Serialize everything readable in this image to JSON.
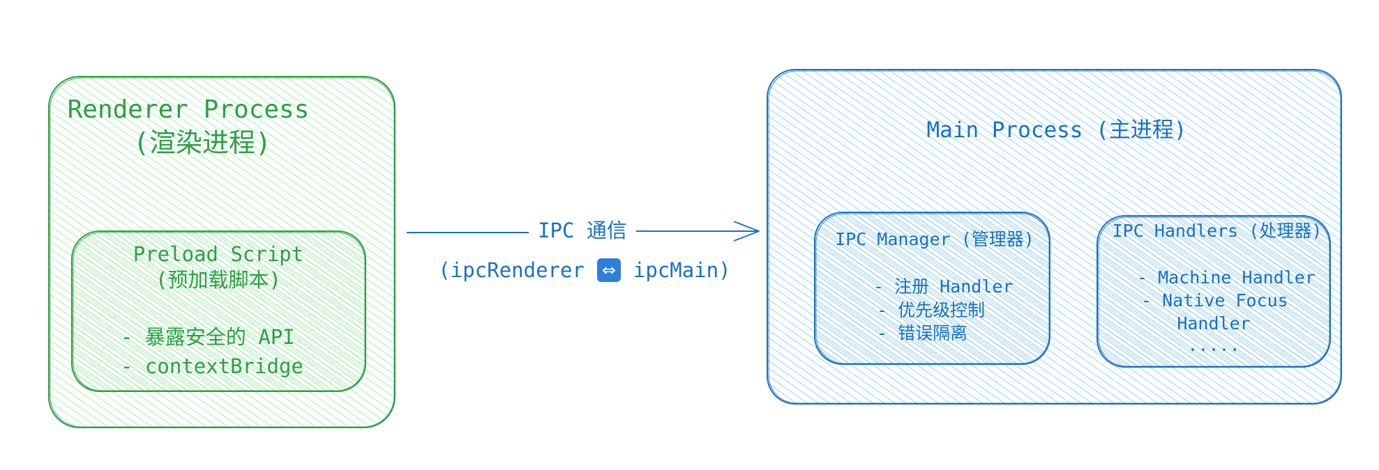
{
  "colors": {
    "green_stroke": "#2f9e44",
    "green_fill": "#b2f2bb",
    "blue_stroke": "#1971c2",
    "blue_fill": "#a5d8ff"
  },
  "renderer": {
    "title_line1": "Renderer Process",
    "title_line2": "(渲染进程)",
    "preload": {
      "title_line1": "Preload Script",
      "title_line2": "(预加载脚本)",
      "items": [
        "- 暴露安全的 API",
        "- contextBridge"
      ]
    }
  },
  "connector": {
    "label": "IPC 通信",
    "sublabel_left": "(ipcRenderer",
    "sublabel_icon": "left-right-arrow-icon",
    "sublabel_right": "ipcMain)"
  },
  "main": {
    "title": "Main Process (主进程)",
    "manager": {
      "title": "IPC Manager (管理器)",
      "items": [
        "- 注册 Handler",
        "- 优先级控制",
        "- 错误隔离"
      ]
    },
    "handlers": {
      "title": "IPC Handlers (处理器)",
      "items": [
        "- Machine Handler",
        "- Native Focus",
        "Handler",
        "....."
      ]
    }
  }
}
